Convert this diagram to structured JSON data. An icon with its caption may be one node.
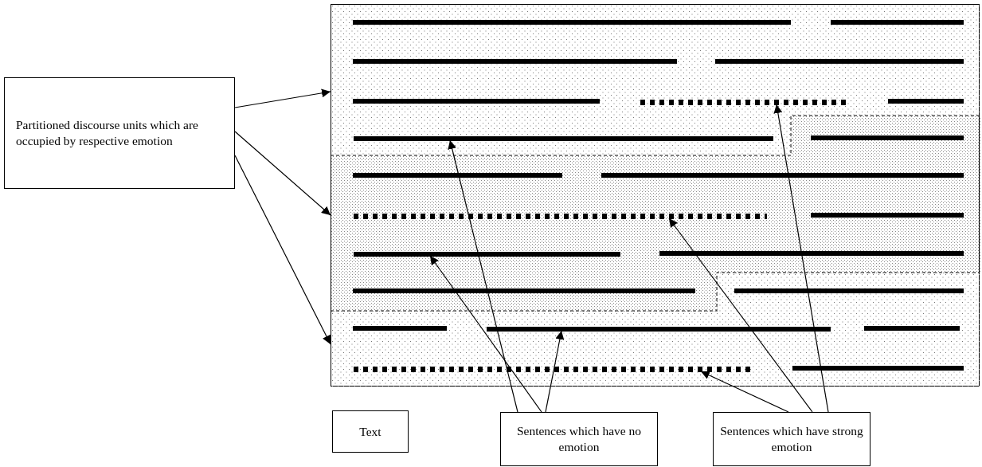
{
  "diagram": {
    "nodes": [
      {
        "text": [],
        "shape": "box"
      },
      {
        "text": [],
        "shape": "box",
        "in": 0
      },
      {
        "text": [],
        "shape": "box",
        "in": 0
      },
      {
        "text": [],
        "shape": "box",
        "in": 0
      },
      {
        "text": [],
        "shape": "bar",
        "in": 1
      },
      {
        "text": [],
        "shape": "bar",
        "in": 1
      },
      {
        "text": [],
        "shape": "bar",
        "in": 2
      },
      {
        "text": [],
        "shape": "bar",
        "in": 2
      },
      {
        "text": [],
        "shape": "bar",
        "in": 3
      },
      {
        "text": [],
        "shape": "bar",
        "in": 3
      },
      {
        "text": [
          "Partitioned discourse units which are occupied by respective emotion"
        ]
      },
      {
        "text": [
          "Text"
        ]
      },
      {
        "text": [
          "Sentences which have no emotion"
        ]
      },
      {
        "text": [
          "Sentences which have strong emotion"
        ]
      }
    ],
    "edges": [
      {
        "from": 10,
        "to": 1,
        "arrow": "to"
      },
      {
        "from": 10,
        "to": 2,
        "arrow": "to"
      },
      {
        "from": 10,
        "to": 3,
        "arrow": "to"
      },
      {
        "from": 12,
        "to": 5,
        "arrow": "to"
      },
      {
        "from": 12,
        "to": 7,
        "arrow": "to"
      },
      {
        "from": 12,
        "to": 8,
        "arrow": "to"
      },
      {
        "from": 13,
        "to": 4,
        "arrow": "to"
      },
      {
        "from": 13,
        "to": 6,
        "arrow": "to"
      },
      {
        "from": 13,
        "to": 9,
        "arrow": "to"
      }
    ]
  }
}
